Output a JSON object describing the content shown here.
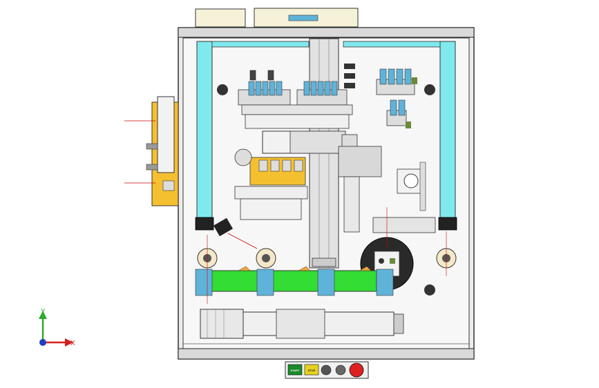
{
  "triad": {
    "x_label": "X",
    "y_label": "Y"
  },
  "control_panel": {
    "start_label": "START",
    "stop_label": "STOP"
  },
  "colors": {
    "cyan_panel": "#7fe9ee",
    "green_board": "#33dd33",
    "yellow_slide": "#f5c030",
    "orange_bracket": "#f0a830",
    "red_estop": "#e02020",
    "pneumatic_blue": "#5fb3d8"
  }
}
